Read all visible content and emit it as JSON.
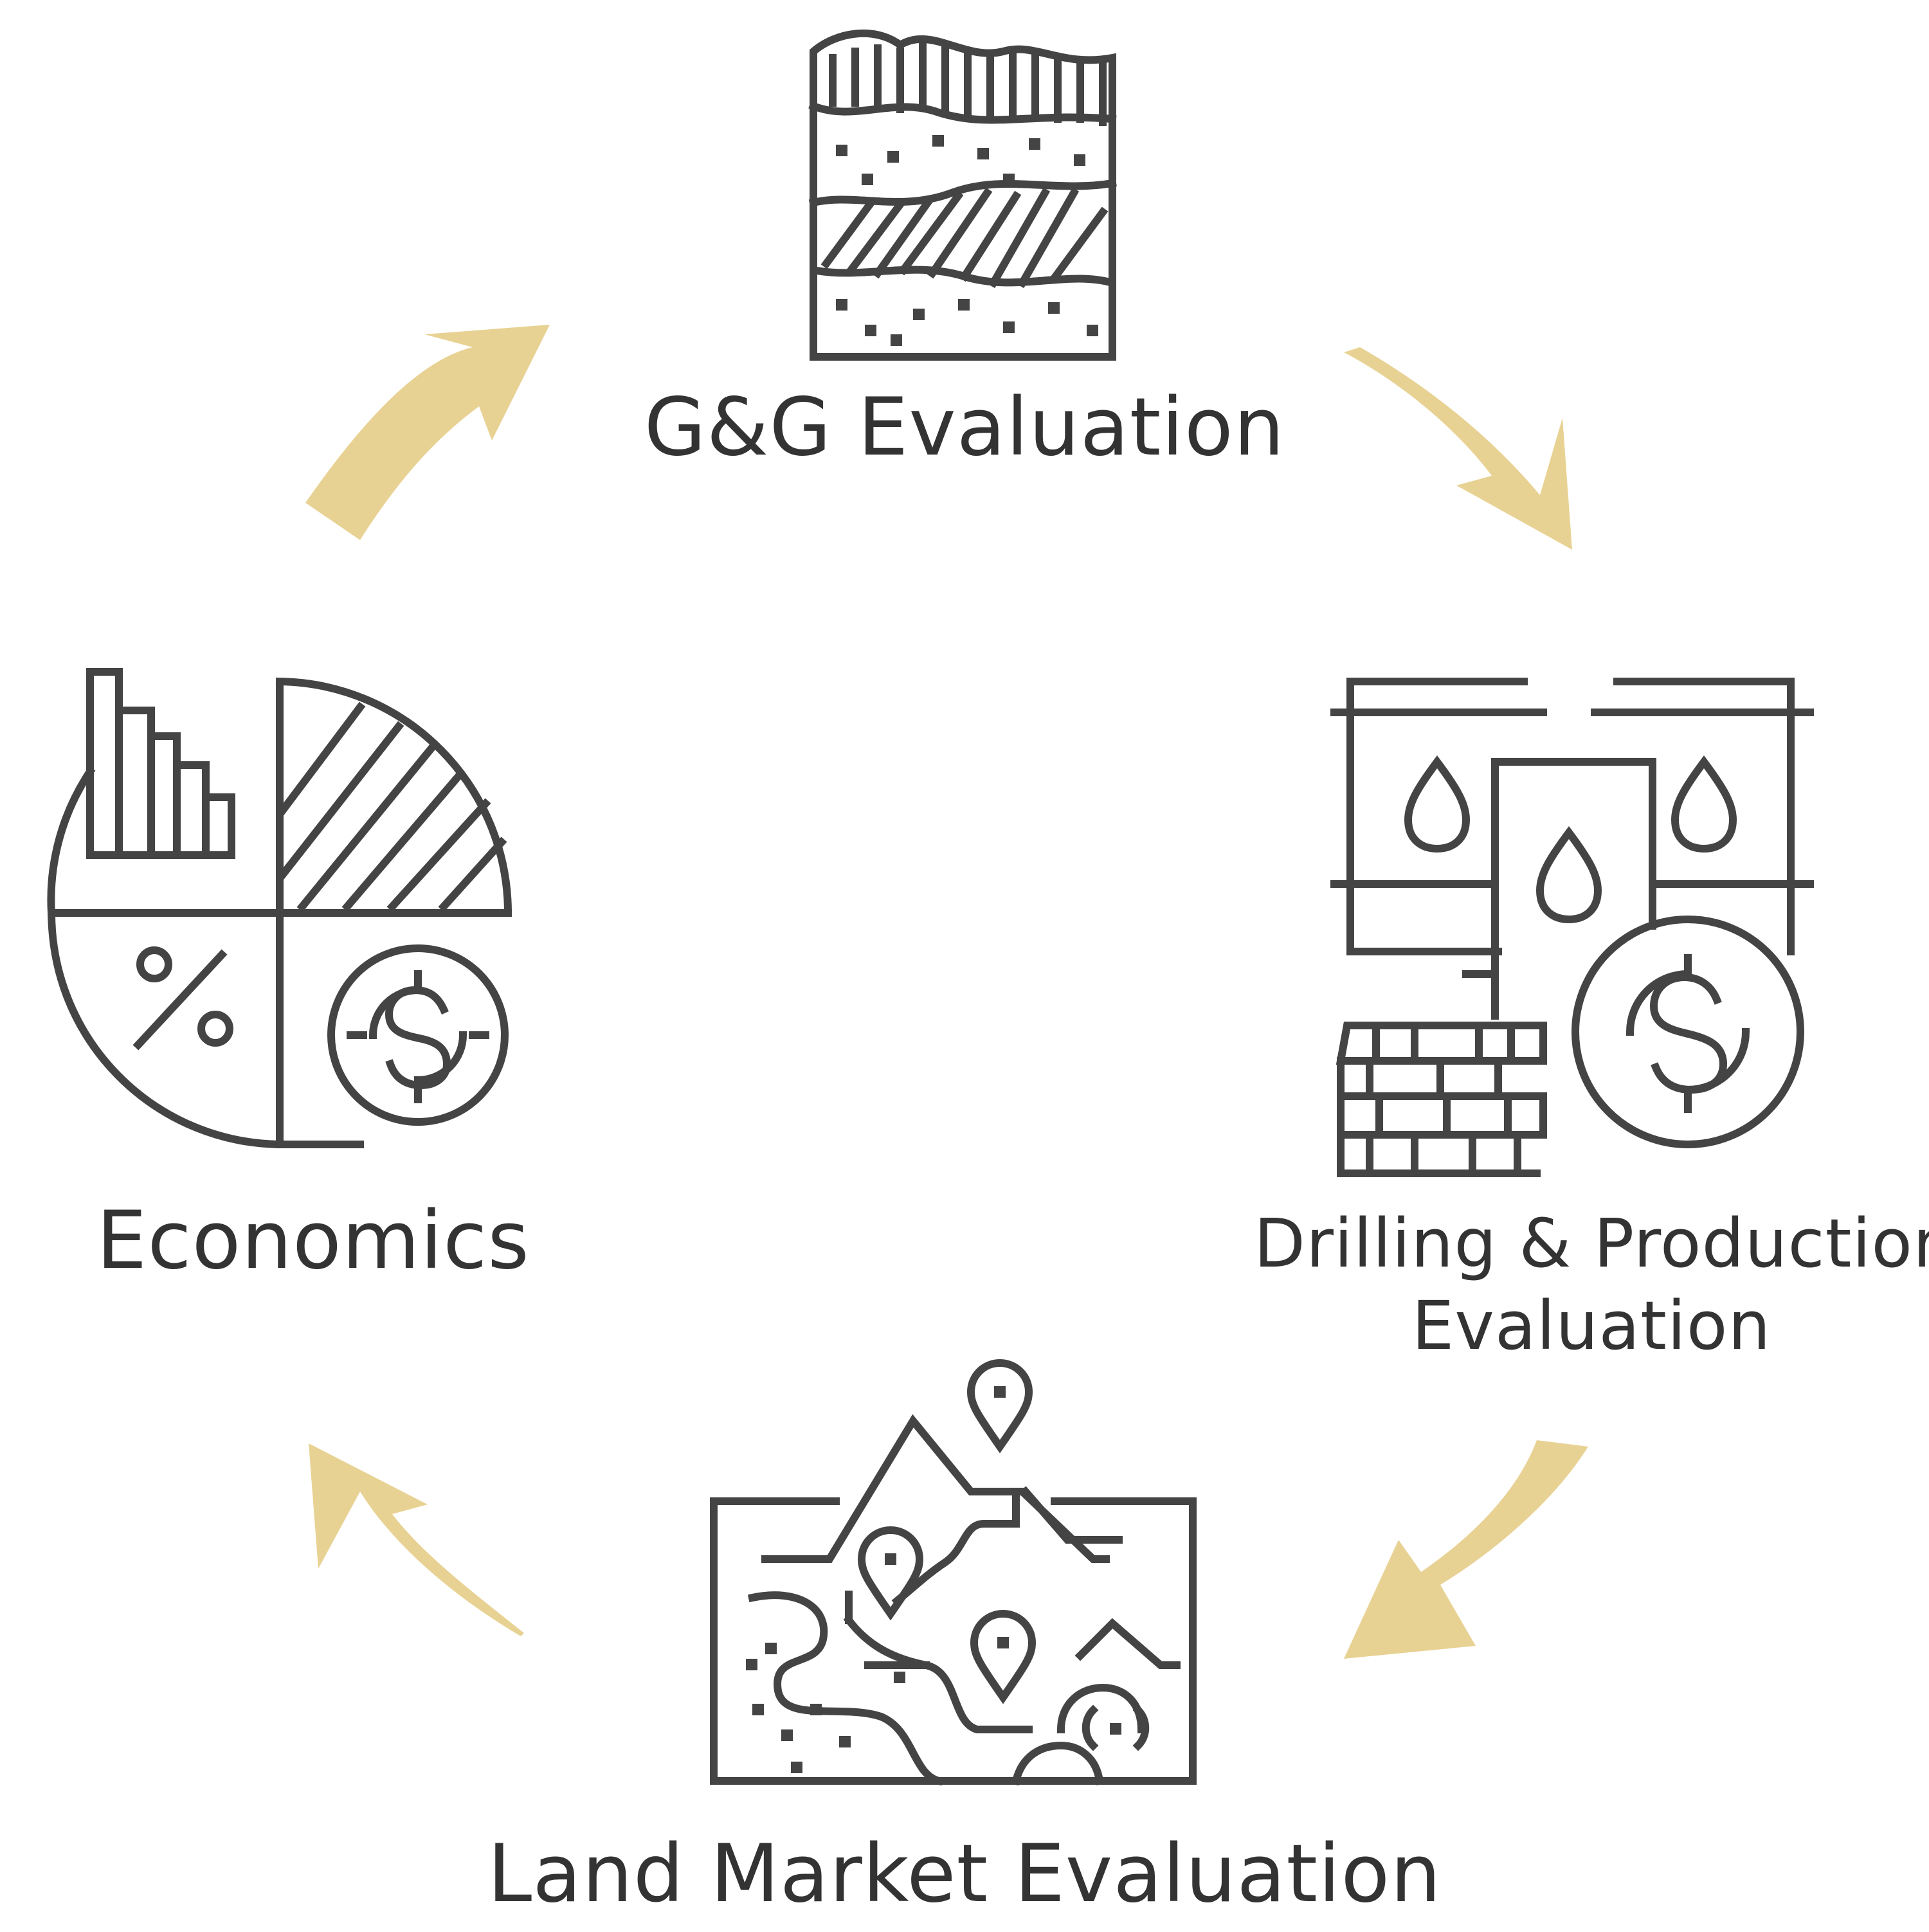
{
  "colors": {
    "accent": "#e8d293",
    "icon": "#444444",
    "text": "#333333",
    "background": "#ffffff"
  },
  "stages": {
    "gg": {
      "label": "G&G Evaluation",
      "icon": "rock-strata-icon"
    },
    "drilling": {
      "label_line1": "Drilling & Production",
      "label_line2": "Evaluation",
      "icon": "oil-barrels-money-icon"
    },
    "land": {
      "label": "Land Market Evaluation",
      "icon": "terrain-map-pins-icon"
    },
    "economics": {
      "label": "Economics",
      "icon": "pie-chart-finance-icon"
    }
  },
  "flow_direction": "clockwise"
}
